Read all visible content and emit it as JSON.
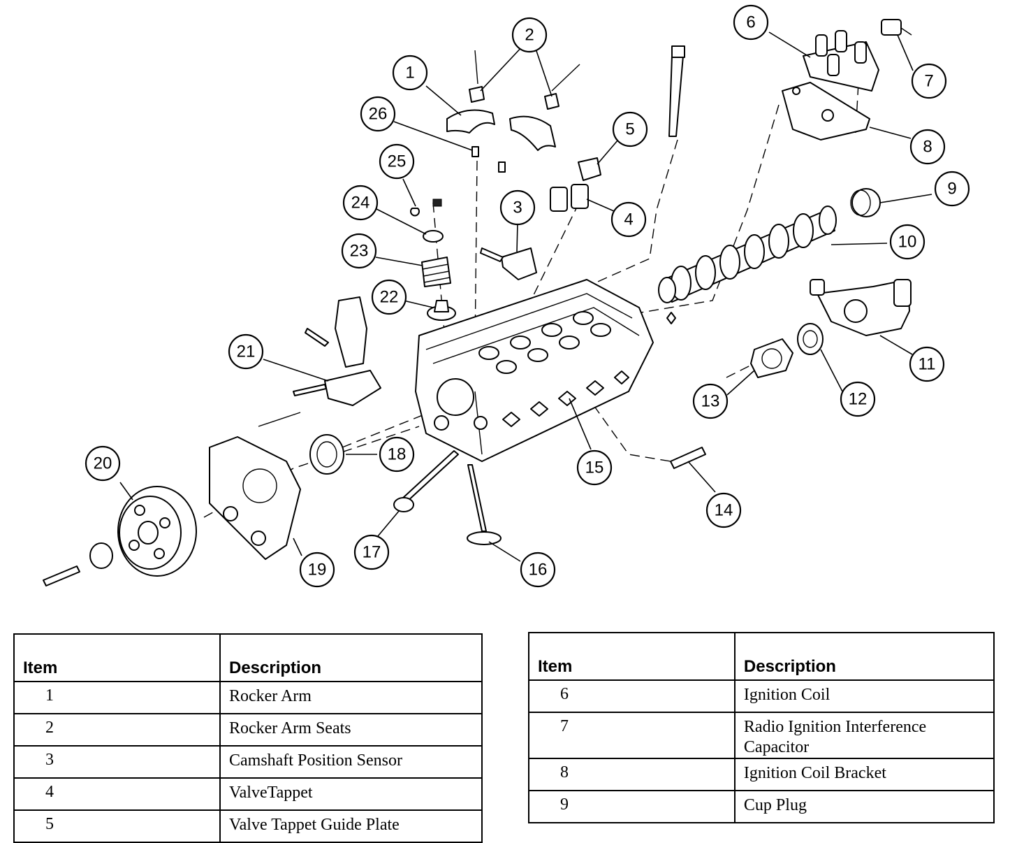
{
  "callouts": [
    "1",
    "2",
    "3",
    "4",
    "5",
    "6",
    "7",
    "8",
    "9",
    "10",
    "11",
    "12",
    "13",
    "14",
    "15",
    "16",
    "17",
    "18",
    "19",
    "20",
    "21",
    "22",
    "23",
    "24",
    "25",
    "26"
  ],
  "legend_left": {
    "header_item": "Item",
    "header_description": "Description",
    "rows": [
      {
        "item": "1",
        "description": "Rocker Arm"
      },
      {
        "item": "2",
        "description": "Rocker Arm Seats"
      },
      {
        "item": "3",
        "description": "Camshaft Position Sensor"
      },
      {
        "item": "4",
        "description": "ValveTappet"
      },
      {
        "item": "5",
        "description": "Valve Tappet Guide Plate"
      }
    ]
  },
  "legend_right": {
    "header_item": "Item",
    "header_description": "Description",
    "rows": [
      {
        "item": "6",
        "description": "Ignition Coil"
      },
      {
        "item": "7",
        "description": "Radio Ignition Interference Capacitor"
      },
      {
        "item": "8",
        "description": "Ignition Coil Bracket"
      },
      {
        "item": "9",
        "description": "Cup Plug"
      }
    ]
  }
}
